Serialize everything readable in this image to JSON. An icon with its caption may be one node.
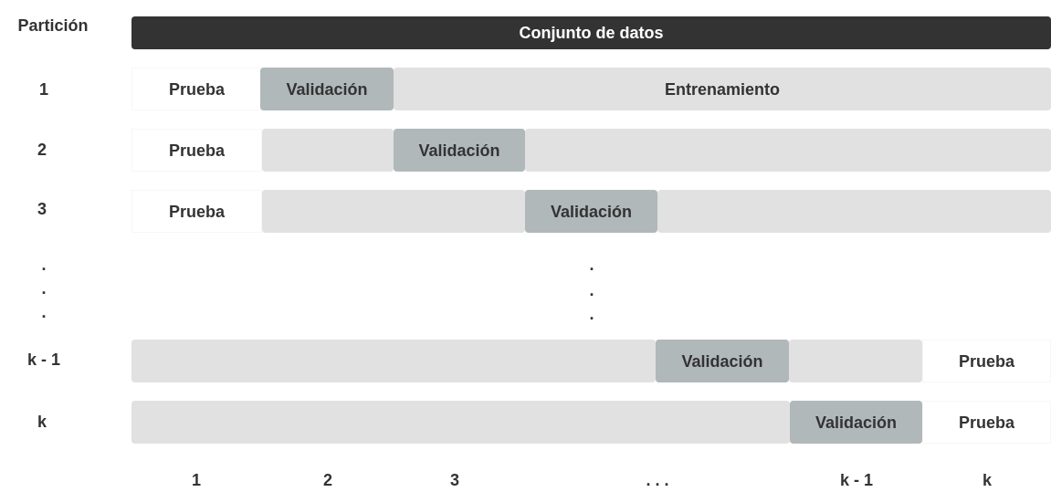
{
  "diagram": {
    "nodes": [
      {
        "text": [
          "Conjunto de datos"
        ]
      },
      {
        "text": [
          "Prueba"
        ]
      },
      {
        "text": [
          "Validación"
        ]
      },
      {
        "text": [
          "Entrenamiento"
        ]
      },
      {
        "text": [
          "Prueba"
        ]
      },
      {
        "text": [],
        "shape": "bar"
      },
      {
        "text": [
          "Validación"
        ]
      },
      {
        "text": [],
        "shape": "bar"
      },
      {
        "text": [
          "Prueba"
        ]
      },
      {
        "text": [],
        "shape": "bar"
      },
      {
        "text": [
          "Validación"
        ]
      },
      {
        "text": [],
        "shape": "bar"
      },
      {
        "text": [],
        "shape": "bar"
      },
      {
        "text": [
          "Validación"
        ]
      },
      {
        "text": [],
        "shape": "bar"
      },
      {
        "text": [
          "Prueba"
        ]
      },
      {
        "text": [],
        "shape": "bar"
      },
      {
        "text": [
          "Validación"
        ]
      },
      {
        "text": [
          "Prueba"
        ]
      }
    ],
    "edges": [],
    "labels": [
      "Partición",
      "1",
      "2",
      "3",
      ".",
      ".",
      ".",
      ".",
      ".",
      ".",
      "k - 1",
      "k",
      "1",
      "2",
      "3",
      ". . .",
      "k - 1",
      "k"
    ]
  }
}
